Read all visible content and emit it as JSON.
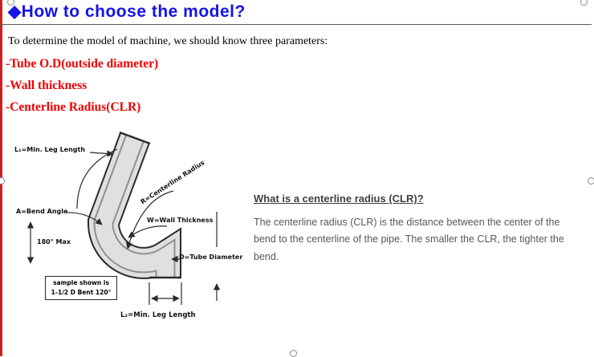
{
  "page": {
    "title_bullet": "◆",
    "title": "How to choose the model?",
    "intro": "To determine the model of machine, we should know three parameters:",
    "parameters": [
      "-Tube O.D(outside diameter)",
      "-Wall thickness",
      "-Centerline Radius(CLR)"
    ]
  },
  "diagram": {
    "l1_label": "L₁=Min. Leg Length",
    "r_label": "R=Centerline Radius",
    "a_label": "A=Bend Angle",
    "max_label": "180° Max",
    "w_label": "W=Wall Thickness",
    "d_label": "D=Tube Diameter",
    "sample_line1": "sample shown is",
    "sample_line2": "1-1/2 D Bent 120°",
    "l2_label": "L₂=Min. Leg Length"
  },
  "clr_info": {
    "heading": "What is a centerline radius (CLR)?",
    "body": "The centerline radius (CLR) is the distance between the center of the bend to the centerline of the pipe.  The smaller the CLR, the tighter the bend."
  },
  "colors": {
    "title_blue": "#1414e6",
    "param_red": "#ee0000",
    "accent_left_bar": "#cf2020"
  }
}
